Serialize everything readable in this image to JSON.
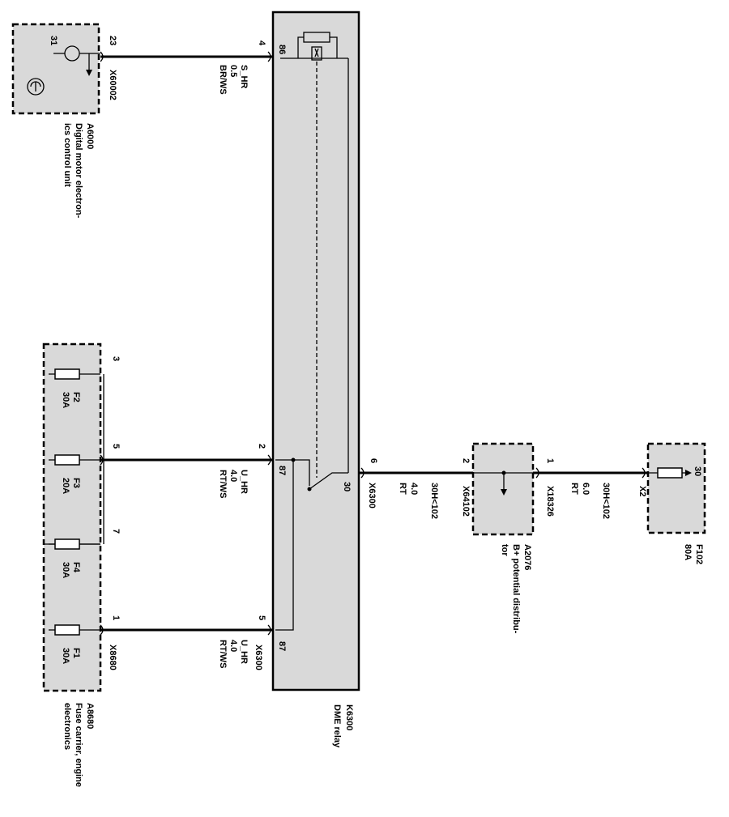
{
  "components": {
    "dme_unit": {
      "pin23": "23",
      "pin31": "31",
      "connector": "X60002",
      "id": "A6000",
      "name": "Digital motor electron-\nics control unit"
    },
    "relay": {
      "id": "K6300",
      "name": "DME relay",
      "pin86": "86",
      "pin87": "87",
      "pin87b": "87",
      "pin30": "30",
      "conn_a": "X6300",
      "conn_b": "X6300"
    },
    "fuse_carrier": {
      "id": "A8680",
      "name": "Fuse carrier, engine\nelectronics",
      "connector": "X8680",
      "fuses": [
        {
          "label": "F2",
          "rating": "30A",
          "pin": "3"
        },
        {
          "label": "F3",
          "rating": "20A",
          "pin": "5"
        },
        {
          "label": "F4",
          "rating": "30A",
          "pin": "7"
        },
        {
          "label": "F1",
          "rating": "30A",
          "pin": "1"
        }
      ]
    },
    "distributor": {
      "id": "A2076",
      "name": "B+ potential distribu-\ntor",
      "pin_in": "2",
      "pin_out": "1",
      "conn_in": "X64102",
      "conn_out": "X18326"
    },
    "main_fuse": {
      "id": "F102",
      "rating": "80A",
      "pin": "30",
      "connector": "X2"
    }
  },
  "wires": {
    "w1": {
      "pin_relay": "4",
      "signal": "S_HR",
      "size": "0.5",
      "color": "BR/WS"
    },
    "w2": {
      "pin_relay": "2",
      "signal": "U_HR",
      "size": "4.0",
      "color": "RT/WS"
    },
    "w3": {
      "pin_relay": "5",
      "signal": "U_HR",
      "size": "4.0",
      "color": "RT/WS"
    },
    "w4": {
      "pin_relay": "6",
      "size": "4.0",
      "color": "RT",
      "circuit": "30H<102"
    },
    "w5": {
      "size": "6.0",
      "color": "RT",
      "circuit": "30H<102"
    }
  }
}
